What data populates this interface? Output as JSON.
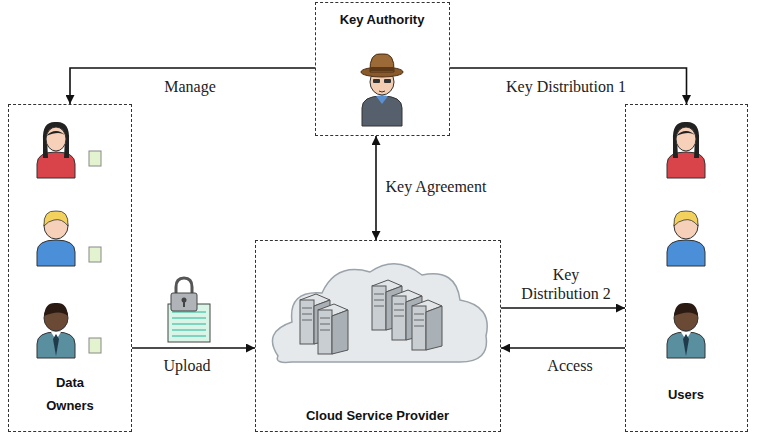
{
  "diagram": {
    "nodes": [
      {
        "text": [
          "Key Authority"
        ]
      },
      {
        "text": [
          "Data Owners"
        ]
      },
      {
        "text": [
          "Cloud Service Provider"
        ]
      },
      {
        "text": [
          "Users"
        ]
      }
    ],
    "edges": [
      {
        "from": 0,
        "to": 1,
        "label": "Manage",
        "arrow": "to"
      },
      {
        "from": 0,
        "to": 3,
        "label": "Key Distribution 1",
        "arrow": "to"
      },
      {
        "from": 0,
        "to": 2,
        "label": "Key Agreement",
        "arrow": "both"
      },
      {
        "from": 1,
        "to": 2,
        "label": "Upload",
        "arrow": "to"
      },
      {
        "from": 2,
        "to": 3,
        "label": "Key Distribution 2",
        "arrow": "to"
      },
      {
        "from": 3,
        "to": 2,
        "label": "Access",
        "arrow": "to"
      }
    ]
  }
}
